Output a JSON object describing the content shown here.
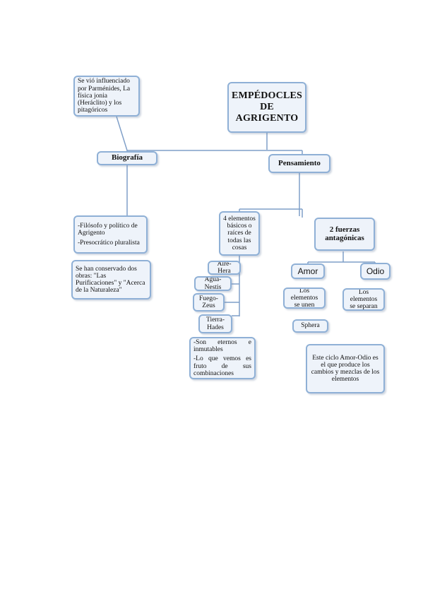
{
  "nodes": {
    "title": [
      "EMPÉDOCLES",
      "DE",
      "AGRIGENTO"
    ],
    "influence": "Se vió influenciado por Parménides, La física jonia (Heráclito) y los pitagóricos",
    "biografia": "Biografía",
    "pensamiento": "Pensamiento",
    "bio_details": [
      "-Filósofo y político de Agrigento",
      "-Presocrático pluralista"
    ],
    "obras": "Se han conservado dos obras: \"Las Purificaciones\" y \"Acerca de la Naturaleza\"",
    "elementos": "4 elementos básicos o raíces de todas las cosas",
    "aire": "Aire-Hera",
    "agua": "Agua-Nestis",
    "fuego": "Fuego-Zeus",
    "tierra": "Tierra-Hades",
    "eternos": [
      "-Son eternos e inmutables",
      "-Lo que vemos es fruto de sus combinaciones"
    ],
    "fuerzas": "2 fuerzas antagónicas",
    "amor": "Amor",
    "odio": "Odio",
    "unen": "Los elementos se unen",
    "separan": "Los elementos se separan",
    "sphera": "Sphera",
    "ciclo": "Este ciclo Amor-Odio es el que produce los cambios y mezclas de los elementos"
  },
  "colors": {
    "box_fill": "#eef3fa",
    "box_border": "#8fb0d6",
    "connector": "#7f9fc8"
  }
}
